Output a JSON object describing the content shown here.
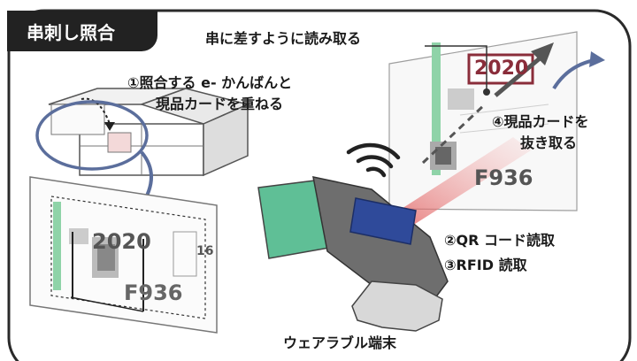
{
  "title": "串刺し照合",
  "labels": {
    "skewer": "串に差すように読み取る",
    "step1_line1": "①照合する e- かんばんと",
    "step1_line2": "現品カードを重ねる",
    "step4_line1": "④現品カードを",
    "step4_line2": "抜き取る",
    "step2": "②QR コード読取",
    "step3": "③RFID 読取",
    "device": "ウェアラブル端末"
  },
  "card_text": {
    "year": "2020",
    "code": "F936",
    "side_num": "16"
  },
  "colors": {
    "frame": "#2a2a2a",
    "accent_blue": "#5b6e9c",
    "arrow_gray": "#555555",
    "laser_red": "#e05a5a",
    "device_blue": "#2f4a9a",
    "glove_green": "#5fbf96",
    "sleeve_gray": "#6e6e6e",
    "hand_light": "#d8d8d8"
  }
}
